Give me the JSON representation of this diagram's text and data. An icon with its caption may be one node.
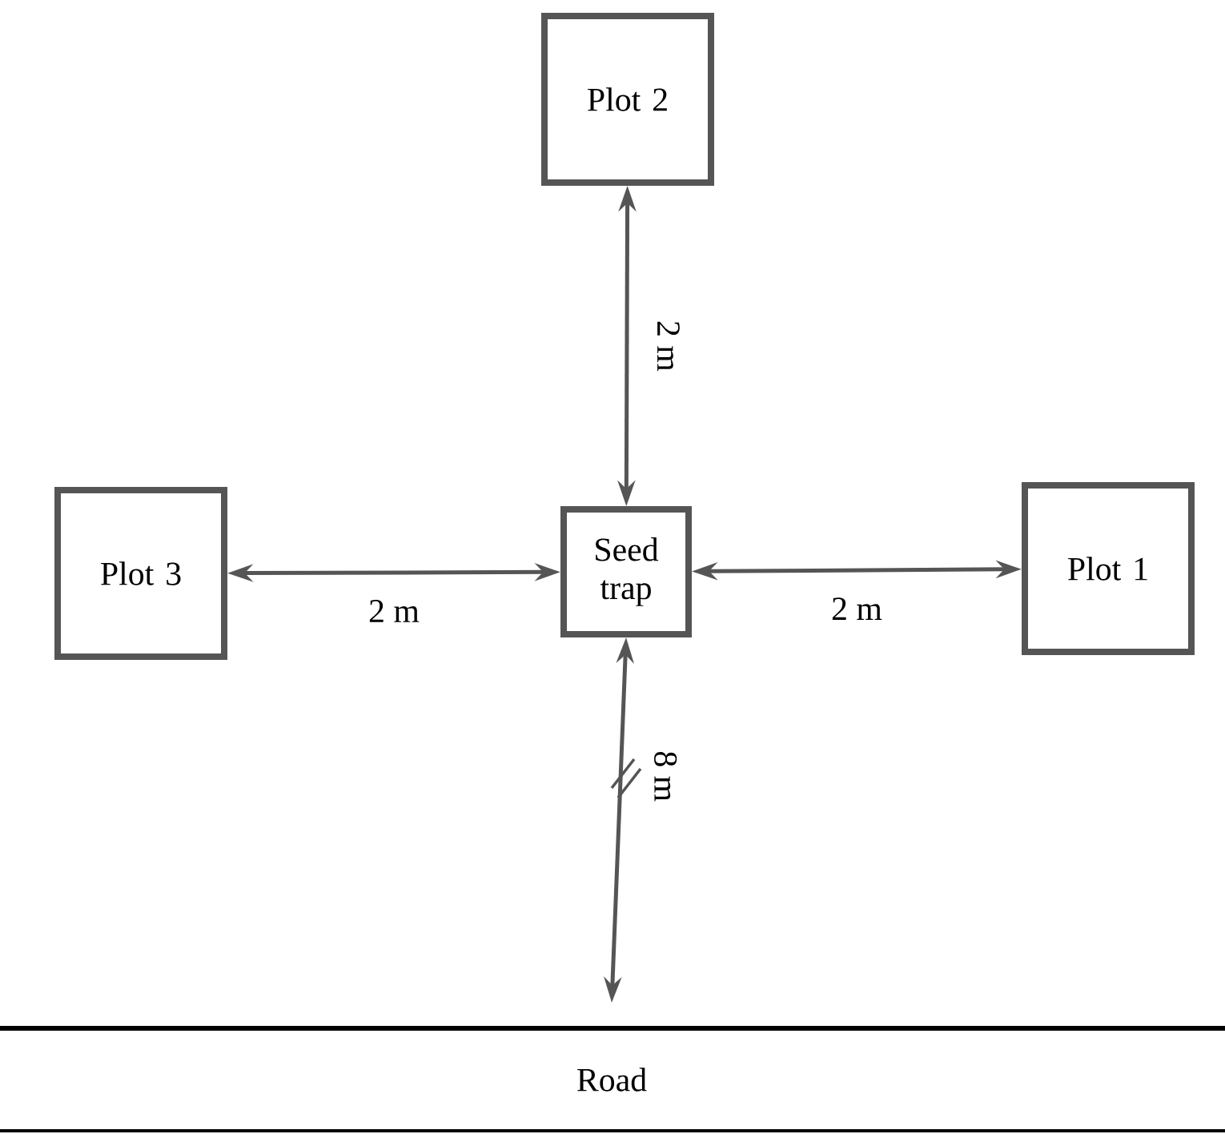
{
  "diagram": {
    "nodes": [
      {
        "text": [
          "Plot 2"
        ]
      },
      {
        "text": [
          "Plot 3"
        ]
      },
      {
        "text": [
          "Seed trap"
        ]
      },
      {
        "text": [
          "Plot 1"
        ]
      },
      {
        "text": [
          "Road"
        ]
      }
    ],
    "edges": [
      {
        "from": 0,
        "to": 2,
        "arrow": "both",
        "label": "2 m"
      },
      {
        "from": 1,
        "to": 2,
        "arrow": "both",
        "label": "2 m"
      },
      {
        "from": 2,
        "to": 3,
        "arrow": "both",
        "label": "2 m"
      },
      {
        "from": 2,
        "to": 4,
        "arrow": "both",
        "label": "8 m"
      }
    ]
  }
}
